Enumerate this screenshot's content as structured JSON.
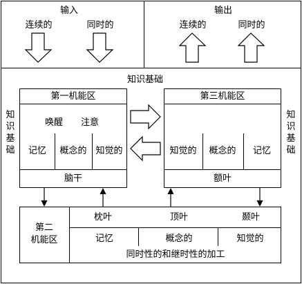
{
  "input": {
    "title": "输入",
    "simultaneous": "同时的",
    "successive": "连续的"
  },
  "output": {
    "title": "输出",
    "simultaneous": "同时的",
    "successive": "连续的"
  },
  "knowledge_base": {
    "top": "知识基础",
    "left": [
      "知",
      "识",
      "基",
      "础"
    ],
    "right": [
      "知",
      "识",
      "基",
      "础"
    ]
  },
  "unit1": {
    "title": "第一机能区",
    "arousal": "唤醒",
    "attention": "注意",
    "memory": "记忆",
    "conceptual": "概念的",
    "perceptual": "知觉的",
    "bottom": "脑干"
  },
  "unit3": {
    "title": "第三机能区",
    "perceptual": "知觉的",
    "conceptual": "概念的",
    "memory": "记忆",
    "bottom": "额叶"
  },
  "unit2": {
    "title_line1": "第二",
    "title_line2": "机能区",
    "occipital": "枕叶",
    "parietal": "顶叶",
    "temporal": "颞叶",
    "memory": "记忆",
    "conceptual": "概念的",
    "perceptual": "知觉的",
    "processing": "同时性的和继时性的加工"
  }
}
